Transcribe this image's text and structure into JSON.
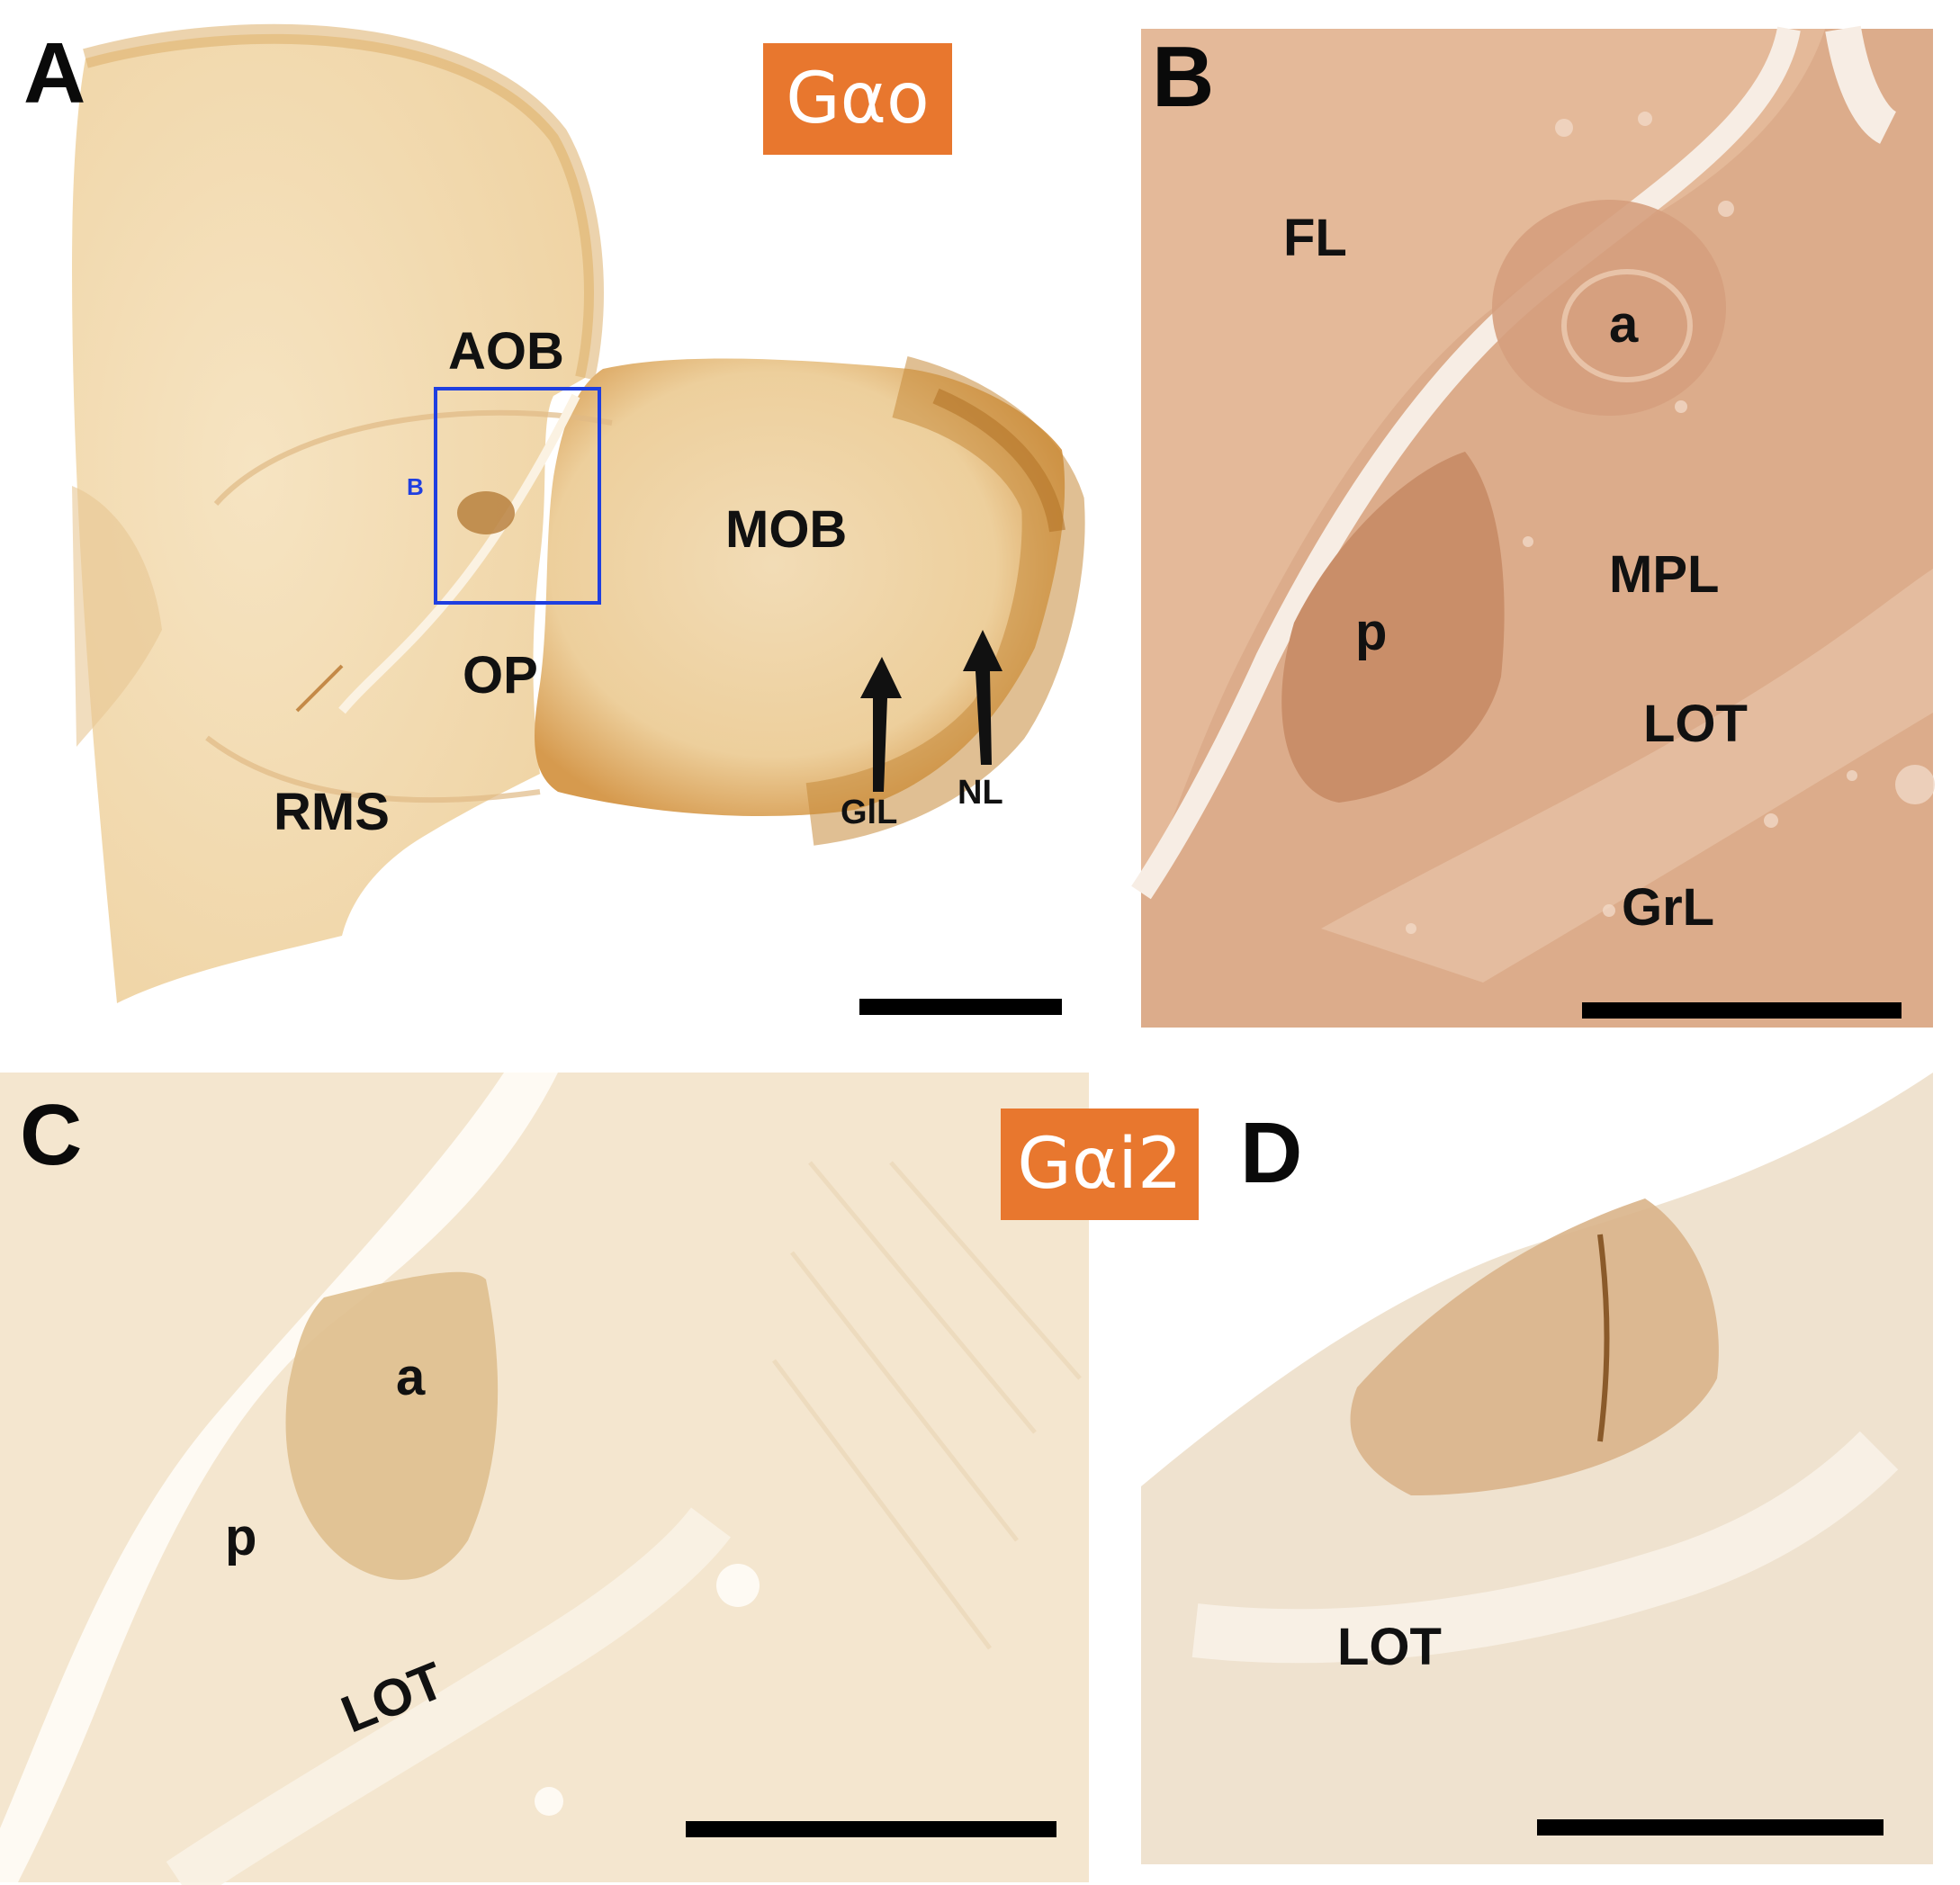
{
  "panels": {
    "A": {
      "letter": "A",
      "stain": "Gαo",
      "inset_label": "B",
      "labels": {
        "aob": "AOB",
        "mob": "MOB",
        "op": "OP",
        "rms": "RMS",
        "gil": "GlL",
        "nl": "NL"
      }
    },
    "B": {
      "letter": "B",
      "labels": {
        "fl": "FL",
        "a": "a",
        "mpl": "MPL",
        "p": "p",
        "lot": "LOT",
        "grl": "GrL"
      }
    },
    "C": {
      "letter": "C",
      "stain": "Gαi2",
      "labels": {
        "a": "a",
        "p": "p",
        "lot": "LOT"
      }
    },
    "D": {
      "letter": "D",
      "labels": {
        "lot": "LOT"
      }
    }
  },
  "colors": {
    "badge": "#e8772e",
    "inset_box": "#1f3fe0",
    "tissue_A": "#f2d9ad",
    "tissue_B": "#dca98a",
    "tissue_C": "#f3e3c8",
    "tissue_D": "#eedfcb"
  }
}
